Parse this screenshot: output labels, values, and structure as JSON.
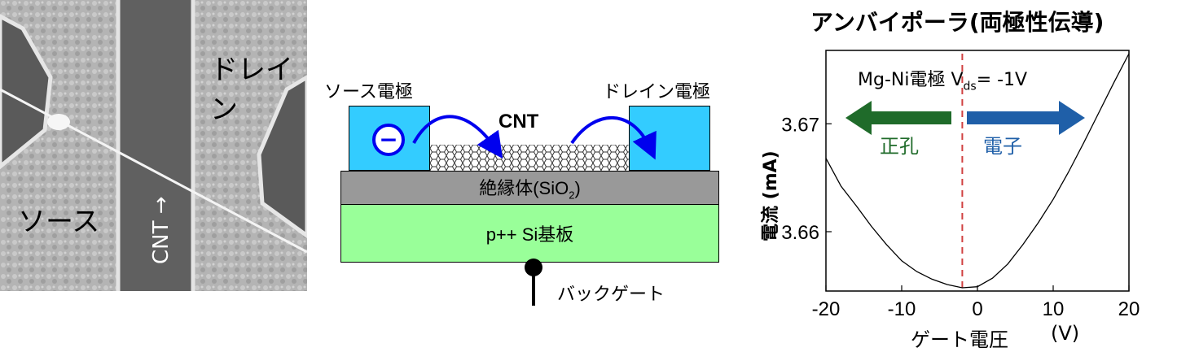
{
  "sem": {
    "source_label": "ソース",
    "drain_label": "ドレイン",
    "cnt_label": "CNT →"
  },
  "schematic": {
    "source_electrode_label": "ソース電極",
    "drain_electrode_label": "ドレイン電極",
    "cnt_label": "CNT",
    "carrier_symbol": "−",
    "insulator_label": "絶縁体(SiO",
    "insulator_sub": "2",
    "insulator_close": ")",
    "substrate_label": "p++ Si基板",
    "backgate_label": "バックゲート",
    "colors": {
      "electrode": "#33ccff",
      "insulator": "#999999",
      "substrate": "#99ff99",
      "arrow": "#0000ee"
    }
  },
  "plot": {
    "title": "アンバイポーラ(両極性伝導)",
    "annotation": "Mg-Ni電極 V",
    "annotation_sub": "ds",
    "annotation_tail": "= -1V",
    "hole_label": "正孔",
    "electron_label": "電子",
    "ylabel": "電流 (mA)",
    "xlabel": "ゲート電圧",
    "xunit": "(V)",
    "colors": {
      "hole": "#1f6b2a",
      "electron": "#1f5fa8",
      "dashed": "#d04040"
    }
  },
  "chart_data": {
    "type": "line",
    "xlim": [
      -20,
      20
    ],
    "ylim": [
      3.6545,
      3.6768
    ],
    "xticks": [
      -20,
      -10,
      0,
      10,
      20
    ],
    "xtick_labels": [
      "-20",
      "-10",
      "0",
      "10",
      "20"
    ],
    "yticks": [
      3.66,
      3.67
    ],
    "ytick_labels": [
      "3.66",
      "3.67"
    ],
    "vline_x": -2,
    "x": [
      -20,
      -18,
      -16,
      -14,
      -12,
      -10,
      -8,
      -6,
      -4,
      -2,
      0,
      2,
      4,
      6,
      8,
      10,
      12,
      14,
      16,
      18,
      20
    ],
    "y": [
      3.6668,
      3.6642,
      3.6624,
      3.6605,
      3.6588,
      3.6573,
      3.6563,
      3.6556,
      3.6551,
      3.6548,
      3.6549,
      3.6557,
      3.657,
      3.6588,
      3.6608,
      3.663,
      3.6655,
      3.6682,
      3.671,
      3.6738,
      3.6765
    ]
  }
}
